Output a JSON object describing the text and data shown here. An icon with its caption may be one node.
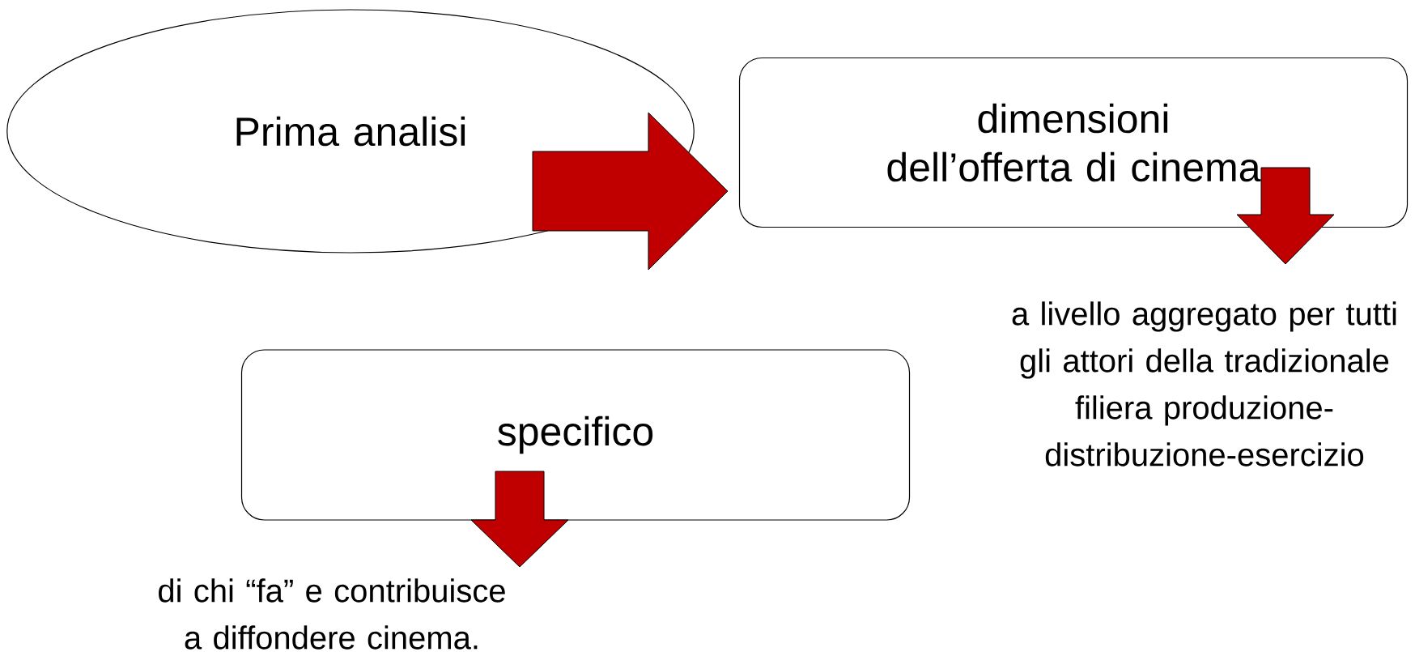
{
  "diagram": {
    "nodes": [
      {
        "text": [
          "Prima analisi"
        ]
      },
      {
        "text": [
          "dimensioni dell’offerta di cinema"
        ]
      },
      {
        "text": [
          "a livello aggregato per tutti gli attori della tradizionale filiera produzione-distribuzione-esercizio"
        ]
      },
      {
        "text": [
          "specifico"
        ]
      },
      {
        "text": [
          "di chi “fa” e contribuisce a diffondere cinema."
        ]
      }
    ],
    "edges": [
      {
        "from": 0,
        "to": 1,
        "arrow": "to"
      },
      {
        "from": 1,
        "to": 2,
        "arrow": "to"
      },
      {
        "from": 3,
        "to": 4,
        "arrow": "to"
      }
    ]
  }
}
